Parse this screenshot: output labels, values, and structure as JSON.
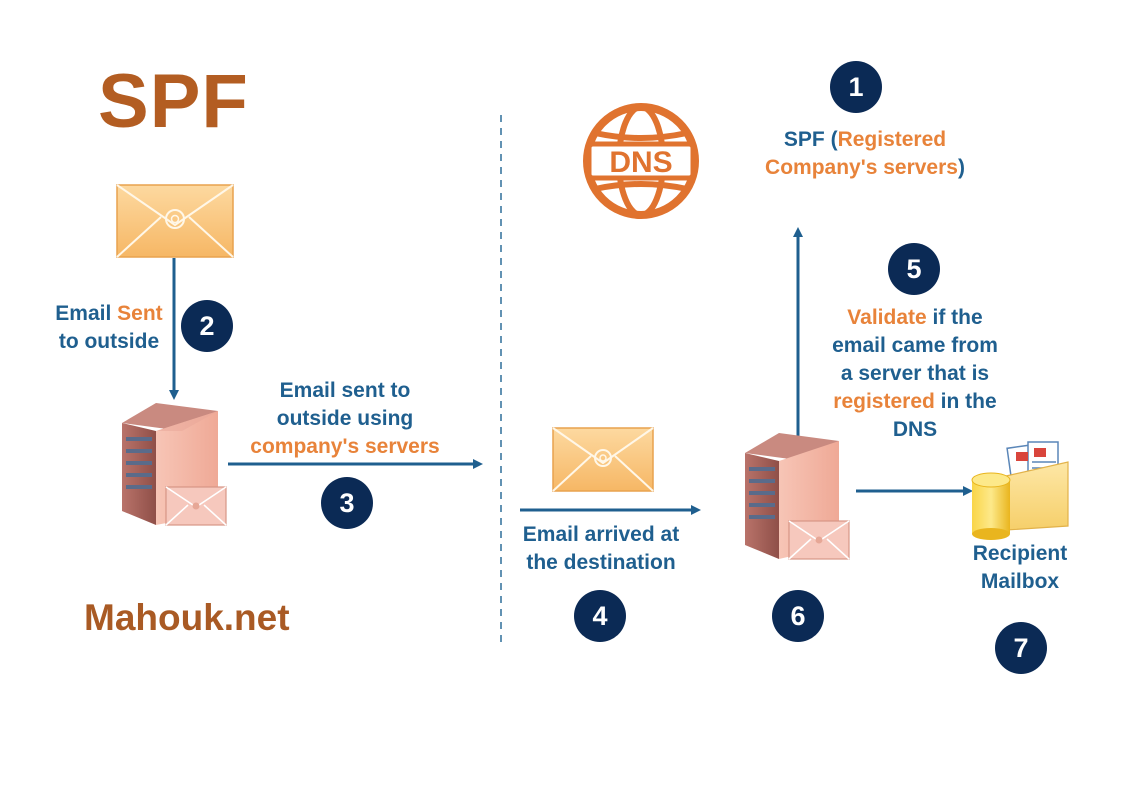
{
  "title": "SPF",
  "brand": "Mahouk.net",
  "icons": [
    "envelope-icon",
    "server-icon",
    "dns-globe-icon",
    "mailbox-icon",
    "arrow-icon"
  ],
  "colors": {
    "navy": "#0b2a55",
    "blue_text": "#1f5f8f",
    "orange": "#e8833a",
    "brown": "#b35d22"
  },
  "steps": {
    "one": {
      "number": "1",
      "label": {
        "a": "SPF (",
        "b": "Registered",
        "c": "Company's servers",
        "d": ")"
      }
    },
    "two": {
      "number": "2",
      "label": {
        "a": "Email ",
        "b": "Sent",
        "c": "to outside"
      }
    },
    "three": {
      "number": "3",
      "label": {
        "a": "Email sent to",
        "b": "outside using",
        "c": "company's servers"
      }
    },
    "four": {
      "number": "4",
      "label": {
        "a": "Email arrived at",
        "b": "the destination"
      }
    },
    "five": {
      "number": "5",
      "label": {
        "a": "Validate",
        "b": " if the",
        "c": "email came from",
        "d": "a server that is",
        "e": "registered",
        "f": " in the",
        "g": "DNS"
      }
    },
    "six": {
      "number": "6"
    },
    "seven": {
      "number": "7",
      "label": {
        "a": "Recipient",
        "b": "Mailbox"
      }
    }
  },
  "dns_label": "DNS"
}
